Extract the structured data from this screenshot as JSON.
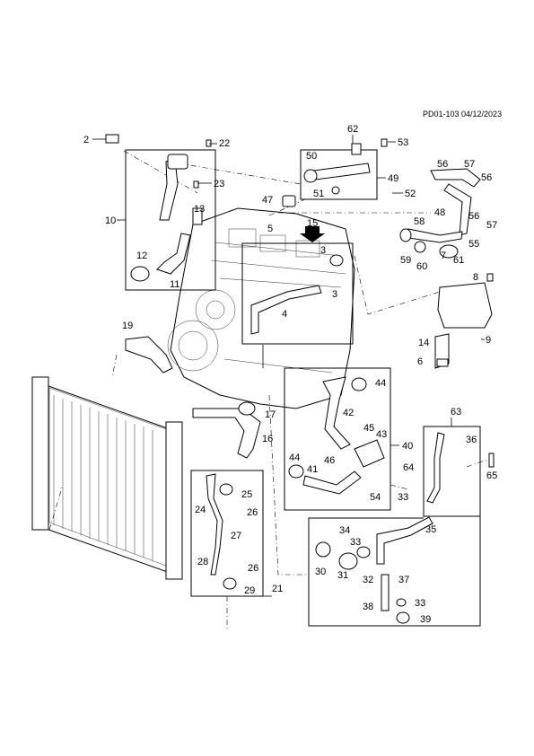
{
  "header": {
    "reference": "PD01-103 04/12/2023"
  },
  "callouts": [
    "2",
    "22",
    "23",
    "10",
    "13",
    "12",
    "11",
    "62",
    "53",
    "50",
    "49",
    "51",
    "52",
    "56",
    "57",
    "56",
    "48",
    "56",
    "57",
    "47",
    "5",
    "15",
    "3",
    "3",
    "4",
    "58",
    "59",
    "60",
    "7",
    "61",
    "55",
    "8",
    "9",
    "14",
    "6",
    "19",
    "44",
    "42",
    "45",
    "43",
    "40",
    "17",
    "16",
    "44",
    "46",
    "41",
    "54",
    "64",
    "63",
    "36",
    "65",
    "25",
    "24",
    "26",
    "27",
    "28",
    "26",
    "29",
    "21",
    "33",
    "34",
    "35",
    "33",
    "30",
    "31",
    "32",
    "37",
    "33",
    "38",
    "39"
  ]
}
